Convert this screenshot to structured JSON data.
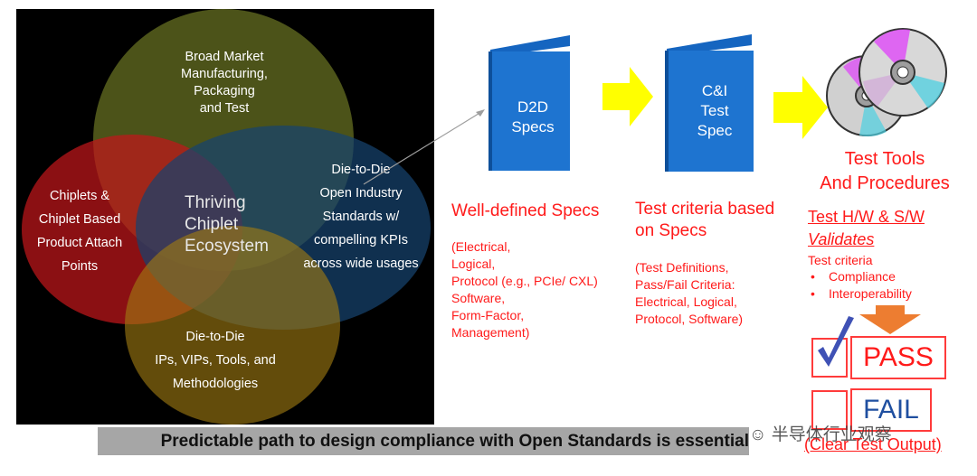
{
  "venn": {
    "top": "Broad Market\nManufacturing,\nPackaging\nand Test",
    "left": "Chiplets &\nChiplet Based\nProduct Attach\nPoints",
    "right": "Die-to-Die\nOpen Industry\nStandards w/\ncompelling  KPIs\nacross wide usages",
    "bottom": "Die-to-Die\nIPs, VIPs, Tools, and\nMethodologies",
    "center": "Thriving\nChiplet\nEcosystem",
    "colors": {
      "top": "#7f8a2a",
      "left": "#c0161a",
      "right": "#16436e",
      "bottom": "#a07a12"
    }
  },
  "d2d_book": {
    "label": "D2D\nSpecs"
  },
  "ci_book": {
    "label": "C&I\nTest\nSpec"
  },
  "specs_section": {
    "title": "Well-defined Specs",
    "body": "(Electrical,\nLogical,\nProtocol (e.g., PCIe/ CXL)\nSoftware,\nForm-Factor,\nManagement)"
  },
  "criteria_section": {
    "title": "Test criteria based\non Specs",
    "body": "(Test Definitions,\nPass/Fail Criteria:\nElectrical, Logical,\nProtocol,  Software)"
  },
  "tools_section": {
    "title": "Test Tools\nAnd Procedures",
    "validates_line1": "Test H/W & S/W",
    "validates_line2": "Validates",
    "criteria_heading": "Test criteria",
    "criteria_items": [
      "Compliance",
      "Interoperability"
    ],
    "bullet": "•"
  },
  "results": {
    "pass": "PASS",
    "fail": "FAIL",
    "footer": "(Clear Test Output)"
  },
  "banner": {
    "text": "Predictable path to design compliance with Open Standards is essential"
  },
  "watermark": {
    "text": "半导体行业观察"
  },
  "colors": {
    "accent_red": "#ff1a1a",
    "book_blue": "#1565c0",
    "arrow_yellow": "#ffff00",
    "pass_blue": "#1f4fa0",
    "down_arrow": "#ed7d31"
  }
}
